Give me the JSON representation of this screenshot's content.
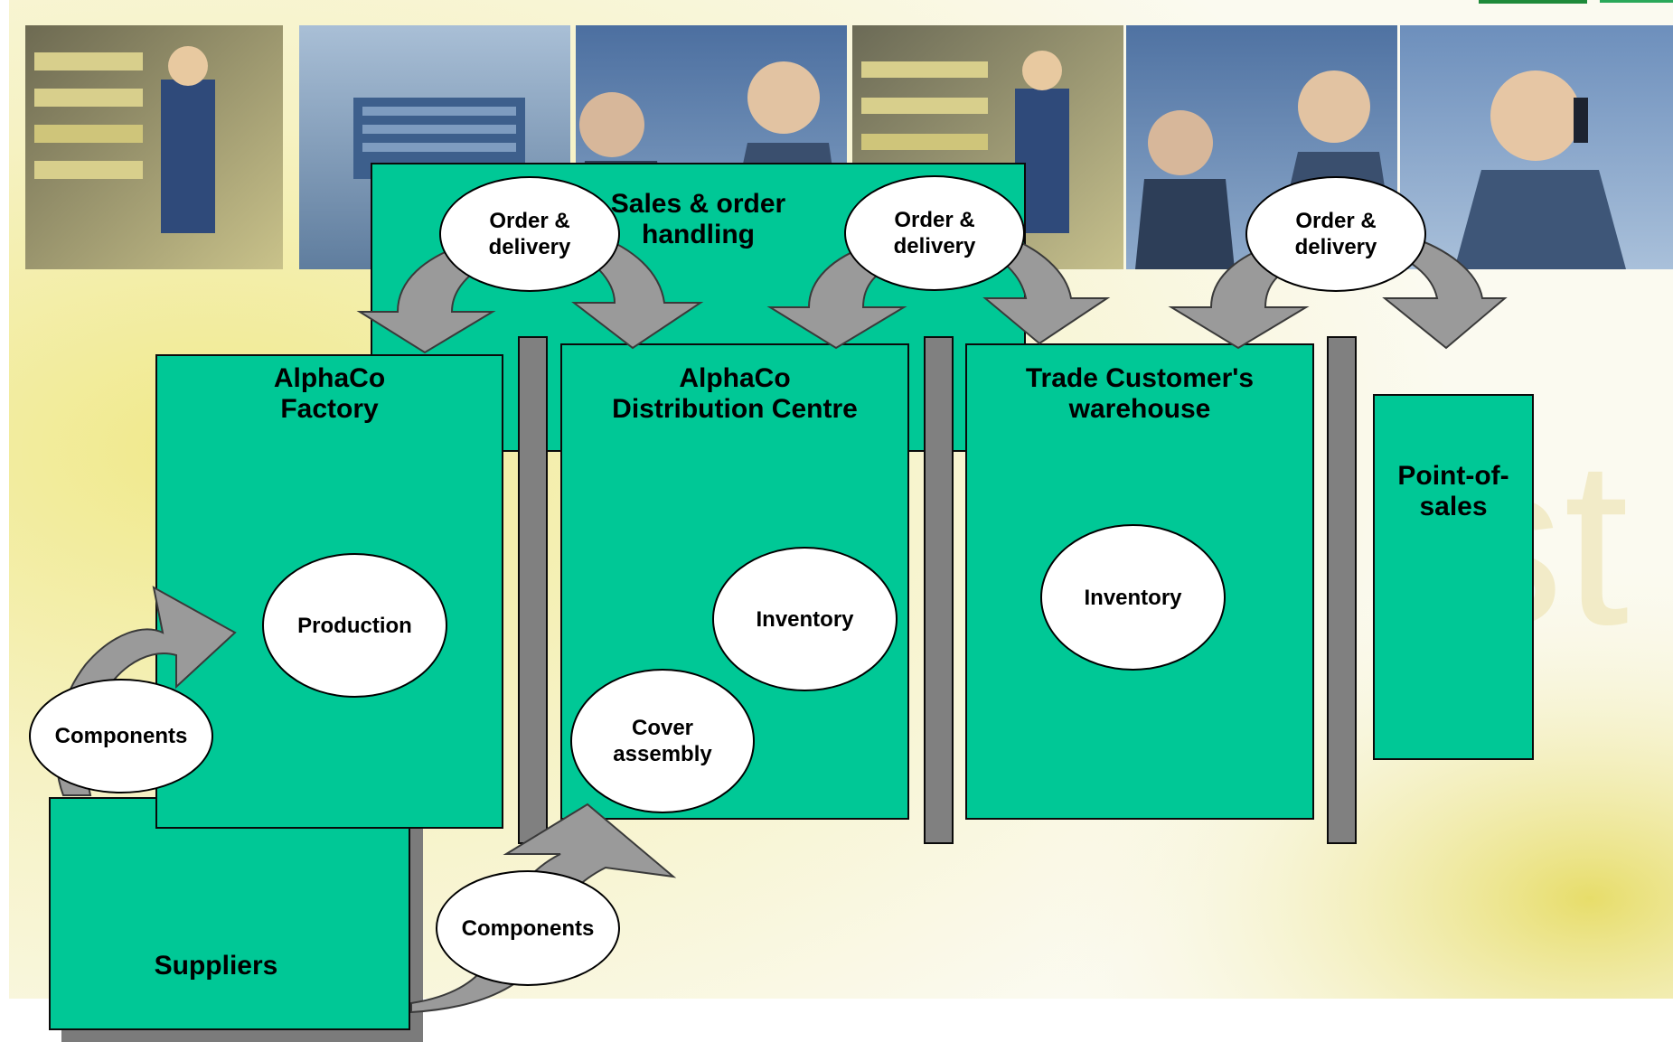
{
  "colors": {
    "box_fill": "#00c896",
    "box_border": "#0a0a0a",
    "shadow": "#7b7b7b",
    "arrow_fill": "#9a9a9a",
    "bar_fill": "#808080",
    "ellipse_fill": "#ffffff",
    "background_yellow": "#f3eea0",
    "photo_tone": "#5d7fa8"
  },
  "boxes": {
    "sales_handling": "Sales & order\nhandling",
    "factory": "AlphaCo\nFactory",
    "distribution_centre": "AlphaCo\nDistribution Centre",
    "trade_warehouse": "Trade Customer's\nwarehouse",
    "point_of_sales": "Point-of-\nsales",
    "suppliers": "Suppliers"
  },
  "ellipses": {
    "order_delivery_1": "Order &\ndelivery",
    "order_delivery_2": "Order &\ndelivery",
    "order_delivery_3": "Order &\ndelivery",
    "production": "Production",
    "inventory_dc": "Inventory",
    "cover_assembly": "Cover\nassembly",
    "inventory_trade": "Inventory",
    "components_1": "Components",
    "components_2": "Components"
  },
  "icons": {
    "arrow": "curved-arrow-icon",
    "photo": "photo-strip"
  }
}
